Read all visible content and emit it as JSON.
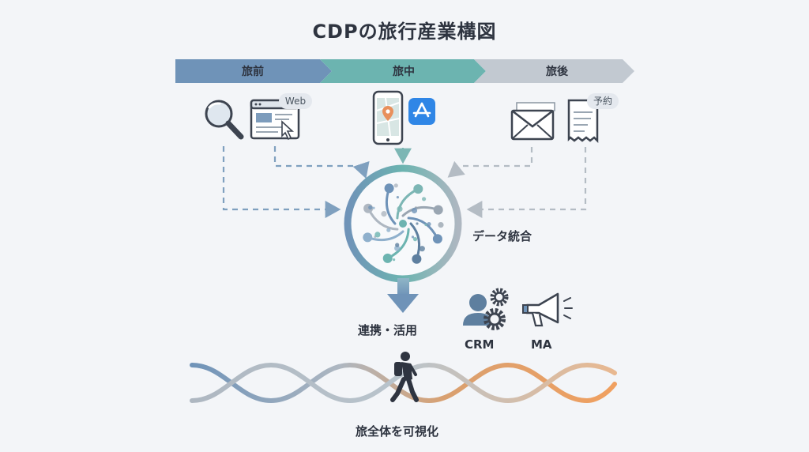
{
  "title": "CDPの旅行産業構図",
  "phases": [
    {
      "label": "旅前",
      "color": "#6f93b8"
    },
    {
      "label": "旅中",
      "color": "#6cb4b0"
    },
    {
      "label": "旅後",
      "color": "#c2c9d1"
    }
  ],
  "before": {
    "web_tag": "Web",
    "icons": [
      "search-icon",
      "browser-window-icon"
    ]
  },
  "during": {
    "icons": [
      "smartphone-map-icon",
      "app-store-icon"
    ]
  },
  "after": {
    "reservation_tag": "予約",
    "icons": [
      "envelope-icon",
      "receipt-icon"
    ]
  },
  "hub": {
    "label": "データ統合"
  },
  "outputs": {
    "label": "連携・活用",
    "crm": "CRM",
    "ma": "MA"
  },
  "journey": {
    "label": "旅全体を可視化"
  },
  "colors": {
    "blue": "#6f93b8",
    "teal": "#6cb4b0",
    "gray": "#aeb7c1",
    "orange": "#f0a060",
    "text": "#2e3440"
  }
}
